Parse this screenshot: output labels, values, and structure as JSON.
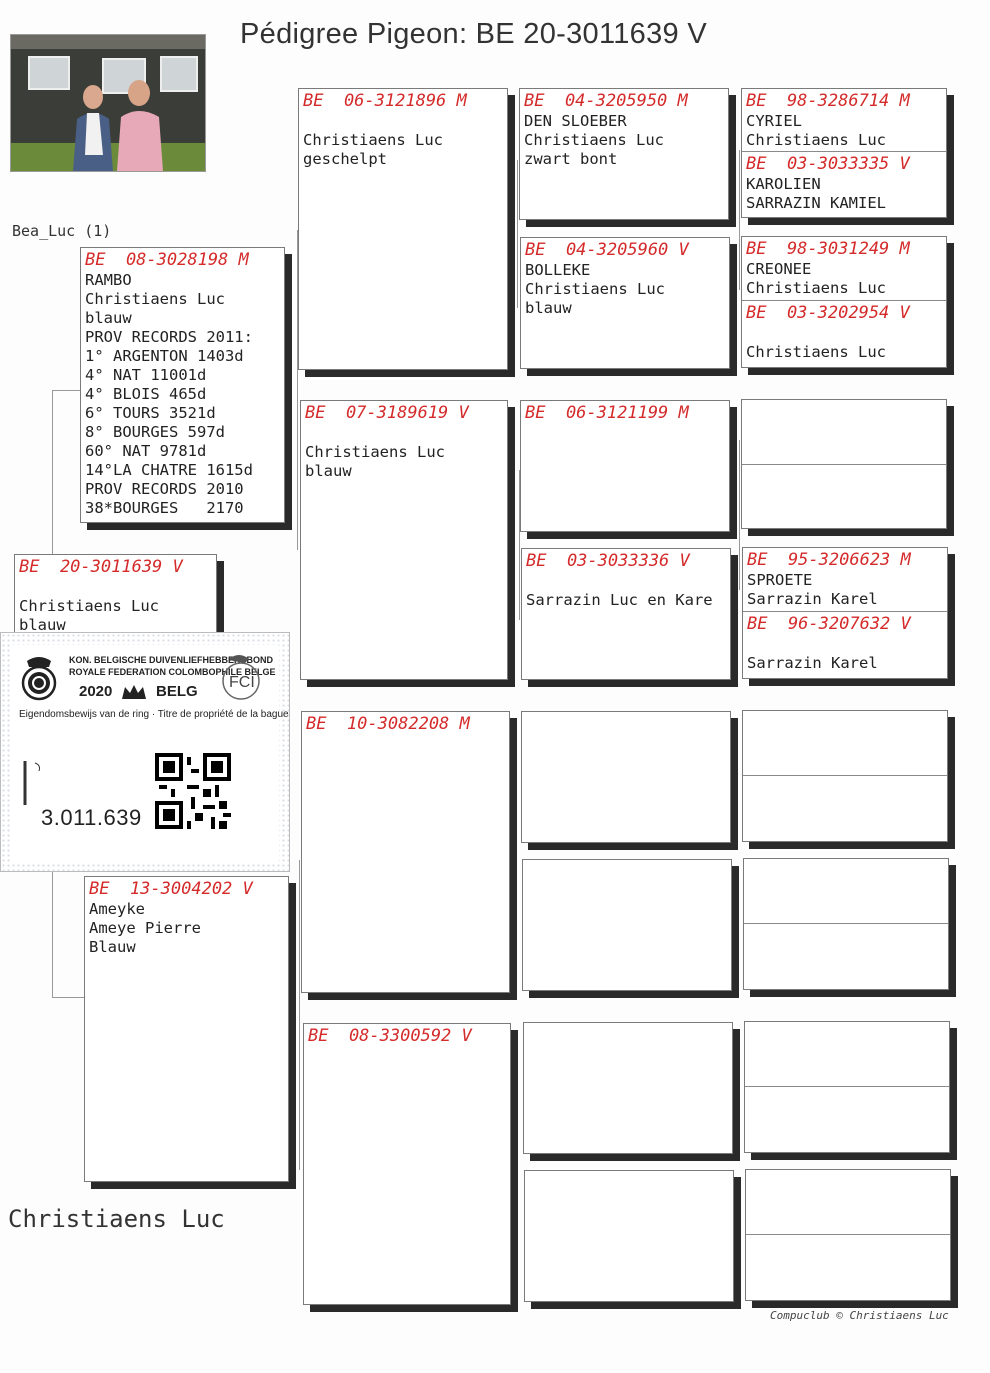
{
  "title": "Pédigree Pigeon: BE  20-3011639 V",
  "reference": "Bea_Luc (1)",
  "breeder_name": "Christiaens Luc",
  "footer": "Compuclub © Christiaens Luc",
  "subject": {
    "ring": "BE  20-3011639 V",
    "line1": "Christiaens Luc",
    "line2": "blauw"
  },
  "sire": {
    "ring": "BE  08-3028198 M",
    "lines": [
      "RAMBO",
      "Christiaens Luc",
      "blauw",
      "PROV RECORDS 2011:",
      "1° ARGENTON 1403d",
      "4° NAT 11001d",
      "4° BLOIS 465d",
      "6° TOURS 3521d",
      "8° BOURGES 597d",
      "60° NAT 9781d",
      "14°LA CHATRE 1615d",
      "PROV RECORDS 2010",
      "38*BOURGES   2170"
    ]
  },
  "dam": {
    "ring": "BE  13-3004202 V",
    "line1": "Ameyke",
    "line2": "Ameye Pierre",
    "line3": "Blauw"
  },
  "gen2": {
    "ss": {
      "ring": "BE  06-3121896 M",
      "line1": "Christiaens Luc",
      "line2": "geschelpt"
    },
    "sd": {
      "ring": "BE  07-3189619 V",
      "line1": "Christiaens Luc",
      "line2": "blauw"
    },
    "ds": {
      "ring": "BE  10-3082208 M"
    },
    "dd": {
      "ring": "BE  08-3300592 V"
    }
  },
  "gen3": {
    "sss": {
      "ring": "BE  04-3205950 M",
      "line1": "DEN SLOEBER",
      "line2": "Christiaens Luc",
      "line3": "zwart bont"
    },
    "ssd": {
      "ring": "BE  04-3205960 V",
      "line1": "BOLLEKE",
      "line2": "Christiaens Luc",
      "line3": "blauw"
    },
    "sds": {
      "ring": "BE  06-3121199 M"
    },
    "sdd": {
      "ring": "BE  03-3033336 V",
      "line1": "Sarrazin Luc en Kare"
    }
  },
  "gen4": {
    "a1": {
      "ring": "BE  98-3286714 M",
      "line1": "CYRIEL",
      "line2": "Christiaens Luc"
    },
    "a2": {
      "ring": "BE  03-3033335 V",
      "line1": "KAROLIEN",
      "line2": "SARRAZIN KAMIEL"
    },
    "b1": {
      "ring": "BE  98-3031249 M",
      "line1": "CREONEE",
      "line2": "Christiaens Luc"
    },
    "b2": {
      "ring": "BE  03-3202954 V",
      "line1": "Christiaens Luc"
    },
    "d1": {
      "ring": "BE  95-3206623 M",
      "line1": "SPROETE",
      "line2": "Sarrazin Karel"
    },
    "d2": {
      "ring": "BE  96-3207632 V",
      "line1": "Sarrazin Karel"
    }
  },
  "ring_card": {
    "org_nl": "KON. BELGISCHE DUIVENLIEFHEBBERSBOND",
    "org_fr": "ROYALE FEDERATION COLOMBOPHILE BELGE",
    "year": "2020",
    "country": "BELG",
    "ownership": "Eigendomsbewijs van de ring · Titre de propriété de la bague",
    "ring_number": "3.011.639"
  }
}
